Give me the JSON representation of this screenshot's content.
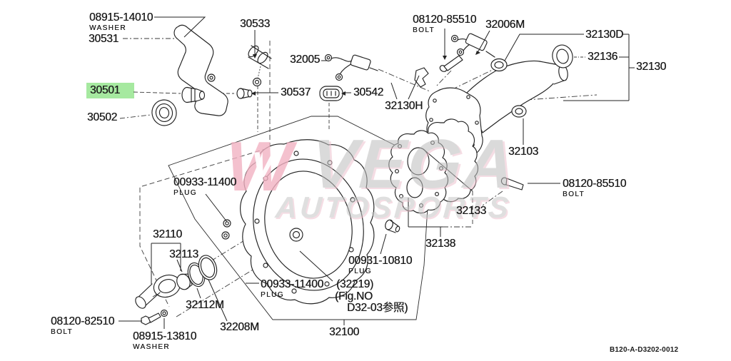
{
  "watermark": {
    "logo": "W",
    "logo_inner": "V",
    "line1": "VEGA",
    "line2": "AUTOSPORTS"
  },
  "highlight": {
    "color": "#a6e9a0",
    "part": "30501"
  },
  "footer_code": "B120-A-D3202-0012",
  "labels": [
    {
      "num": "08915-14010",
      "desc": "WASHER"
    },
    {
      "num": "30531"
    },
    {
      "num": "30533"
    },
    {
      "num": "32005"
    },
    {
      "num": "08120-85510",
      "desc": "BOLT"
    },
    {
      "num": "32006M"
    },
    {
      "num": "32130D"
    },
    {
      "num": "32136"
    },
    {
      "num": "32130"
    },
    {
      "num": "30501"
    },
    {
      "num": "30537"
    },
    {
      "num": "30542"
    },
    {
      "num": "32130H"
    },
    {
      "num": "30502"
    },
    {
      "num": "32103"
    },
    {
      "num": "00933-11400",
      "desc": "PLUG"
    },
    {
      "num": "08120-85510",
      "desc": "BOLT"
    },
    {
      "num": "32133"
    },
    {
      "num": "32110"
    },
    {
      "num": "32113"
    },
    {
      "num": "32138"
    },
    {
      "num": "00931-10810",
      "desc": "PLUG"
    },
    {
      "num": "00933-11400",
      "desc": "PLUG"
    },
    {
      "num": "(32219)"
    },
    {
      "num": "(Fig.NO"
    },
    {
      "num": "D32-03参照)"
    },
    {
      "num": "32112M"
    },
    {
      "num": "08120-82510",
      "desc": "BOLT"
    },
    {
      "num": "08915-13810",
      "desc": "WASHER"
    },
    {
      "num": "32208M"
    },
    {
      "num": "32100"
    }
  ]
}
